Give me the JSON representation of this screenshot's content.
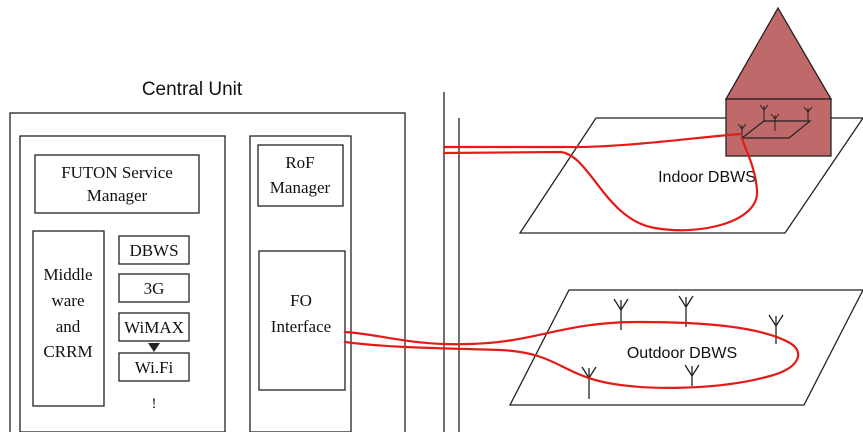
{
  "central_unit": {
    "title": "Central Unit",
    "futon_line1": "FUTON Service",
    "futon_line2": "Manager",
    "middleware_line1": "Middle",
    "middleware_line2": "ware",
    "middleware_line3": "and",
    "middleware_line4": "CRRM",
    "radio_stack": [
      "DBWS",
      "3G",
      "WiMAX",
      "Wi.Fi"
    ],
    "ellipsis": "!",
    "rof_line1": "RoF",
    "rof_line2": "Manager",
    "fo_line1": "FO",
    "fo_line2": "Interface"
  },
  "areas": {
    "indoor": "Indoor DBWS",
    "outdoor": "Outdoor DBWS"
  },
  "colors": {
    "fiber": "#e41b17",
    "house": "#c0696a",
    "stroke": "#222222"
  }
}
